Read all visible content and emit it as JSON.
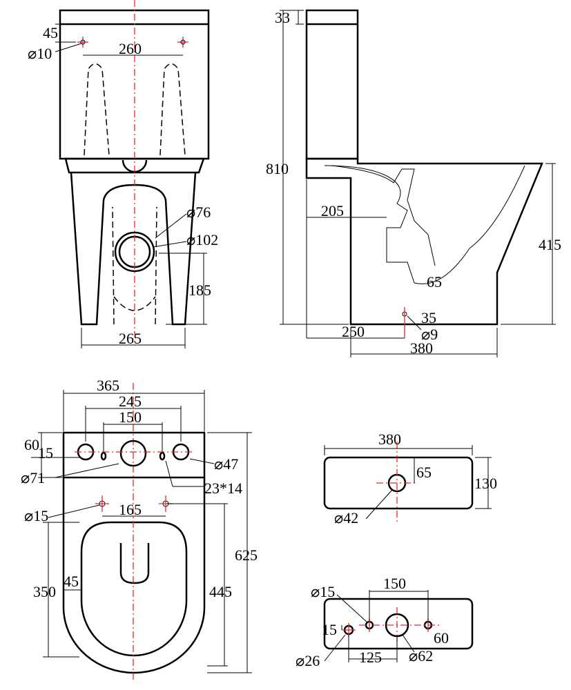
{
  "front_view": {
    "tank_top_offset": "45",
    "bolt_spacing": "260",
    "bolt_dia": "⌀10",
    "outlet_inner": "⌀76",
    "outlet_outer": "⌀102",
    "outlet_height": "185",
    "base_width": "265"
  },
  "side_view": {
    "lid_height": "33",
    "total_height": "810",
    "outlet_setback": "205",
    "seat_height": "415",
    "trap_dia": "65",
    "fix_height": "35",
    "fix_dia": "⌀9",
    "wall_to_fix": "250",
    "base_length": "380"
  },
  "top_view": {
    "overall_width": "365",
    "outer_holes": "245",
    "inner_holes": "150",
    "tank_depth": "60",
    "hole_offset": "15",
    "side_hole_dia": "⌀47",
    "center_hole_dia": "⌀71",
    "slot": "23*14",
    "seat_hole_dia": "⌀15",
    "seat_hole_spacing": "165",
    "overall_length": "625",
    "seat_length": "350",
    "seat_offset": "45",
    "bowl_length": "445"
  },
  "tank_lid_view": {
    "length": "380",
    "hole_offset": "65",
    "depth": "130",
    "hole_dia": "⌀42"
  },
  "tank_bottom_view": {
    "small_hole_dia": "⌀15",
    "hole_spacing": "150",
    "edge_offset": "15",
    "depth": "60",
    "inlet_dia": "⌀26",
    "inlet_offset": "125",
    "flush_dia": "⌀62"
  }
}
